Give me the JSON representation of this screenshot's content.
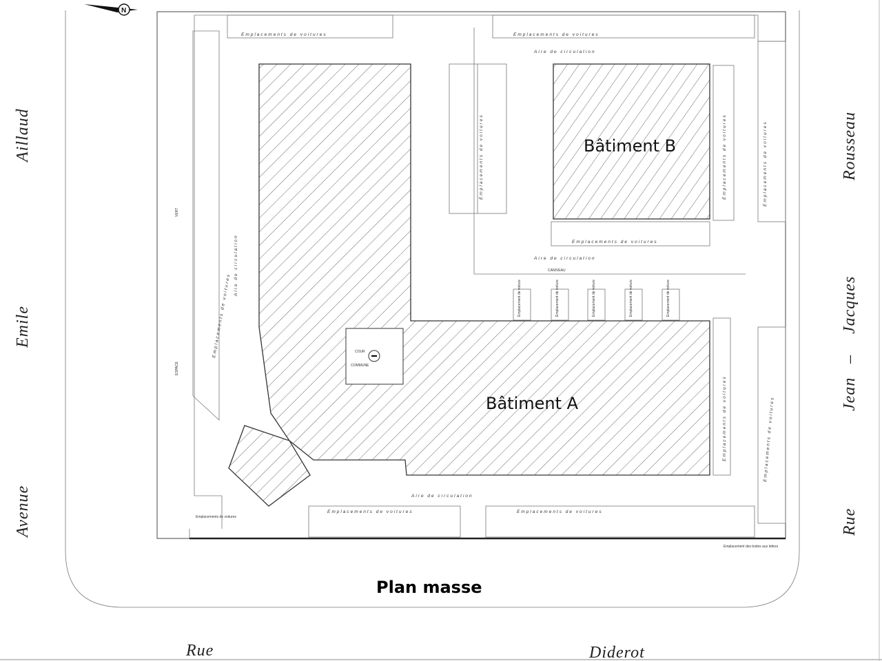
{
  "title": "Plan masse",
  "buildings": {
    "a": "Bâtiment A",
    "b": "Bâtiment B"
  },
  "streets": {
    "left": [
      "Avenue",
      "Emile",
      "Aillaud"
    ],
    "right": [
      "Rue",
      "Jean",
      "–",
      "Jacques",
      "Rousseau"
    ],
    "bottom": [
      "Rue",
      "Diderot"
    ]
  },
  "labels": {
    "parking": "Emplacements de voitures",
    "parking_single": "Emplacement de voiture",
    "circulation": "Aire de circulation",
    "cour": "COUR",
    "commune": "COMMUNE",
    "caniveau": "CANIVEAU",
    "vert": "VERT",
    "espace": "ESPACE",
    "mailboxes": "Emplacement des boites aux lettres"
  },
  "icons": {
    "north_arrow": "north-arrow-icon"
  },
  "colors": {
    "line": "#444444",
    "background": "#ffffff"
  }
}
